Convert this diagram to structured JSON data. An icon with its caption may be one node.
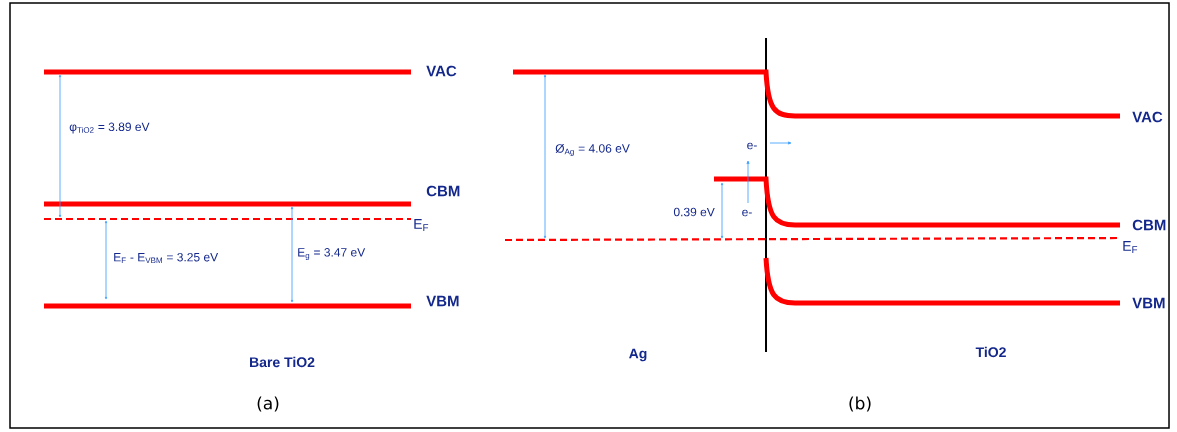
{
  "diagram": {
    "labels": [
      "VAC",
      "φ$_{TiO2}$ = 3.89 eV",
      "CBM",
      "E$_{F}$",
      "E$_{F}$ - E$_{VBM}$ = 3.25 eV",
      "E$_{g}$ = 3.47 eV",
      "VBM",
      "Bare TiO2",
      "(a)",
      "Ø$_{Ag}$ = 4.06 eV",
      "VAC",
      "e-",
      "e-",
      "0.39 eV",
      "CBM",
      "E$_{F}$",
      "VBM",
      "Ag",
      "TiO2",
      "(b)"
    ]
  }
}
